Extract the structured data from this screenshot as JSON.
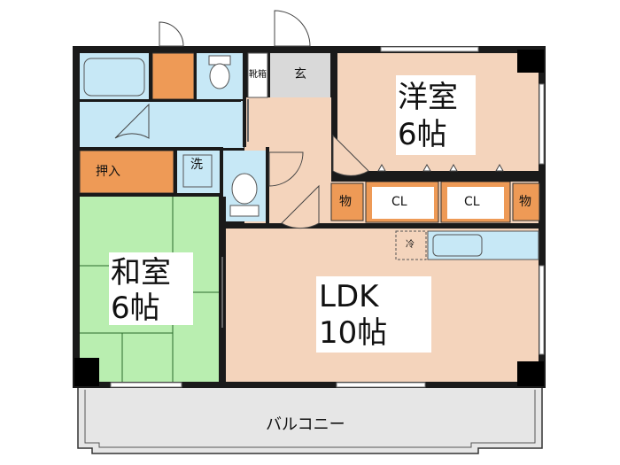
{
  "rooms": {
    "western": {
      "name": "洋室",
      "size": "6帖"
    },
    "japanese": {
      "name": "和室",
      "size": "6帖"
    },
    "ldk": {
      "name": "LDK",
      "size": "10帖"
    }
  },
  "labels": {
    "entrance": "玄",
    "shoe_box": "靴箱",
    "oshiire": "押入",
    "washer": "洗",
    "fridge": "冷",
    "storage_left": "物",
    "storage_right": "物",
    "closet_left": "CL",
    "closet_right": "CL",
    "balcony": "バルコニー"
  },
  "colors": {
    "wall": "#1a1a1a",
    "western_floor": "#f4d4bc",
    "ldk_floor": "#f4d4bc",
    "japanese_floor": "#b9eeb0",
    "wet_area": "#c7e8f6",
    "entrance_floor": "#d9d9d9",
    "storage": "#ee9a56",
    "balcony": "#e6e6e6"
  }
}
